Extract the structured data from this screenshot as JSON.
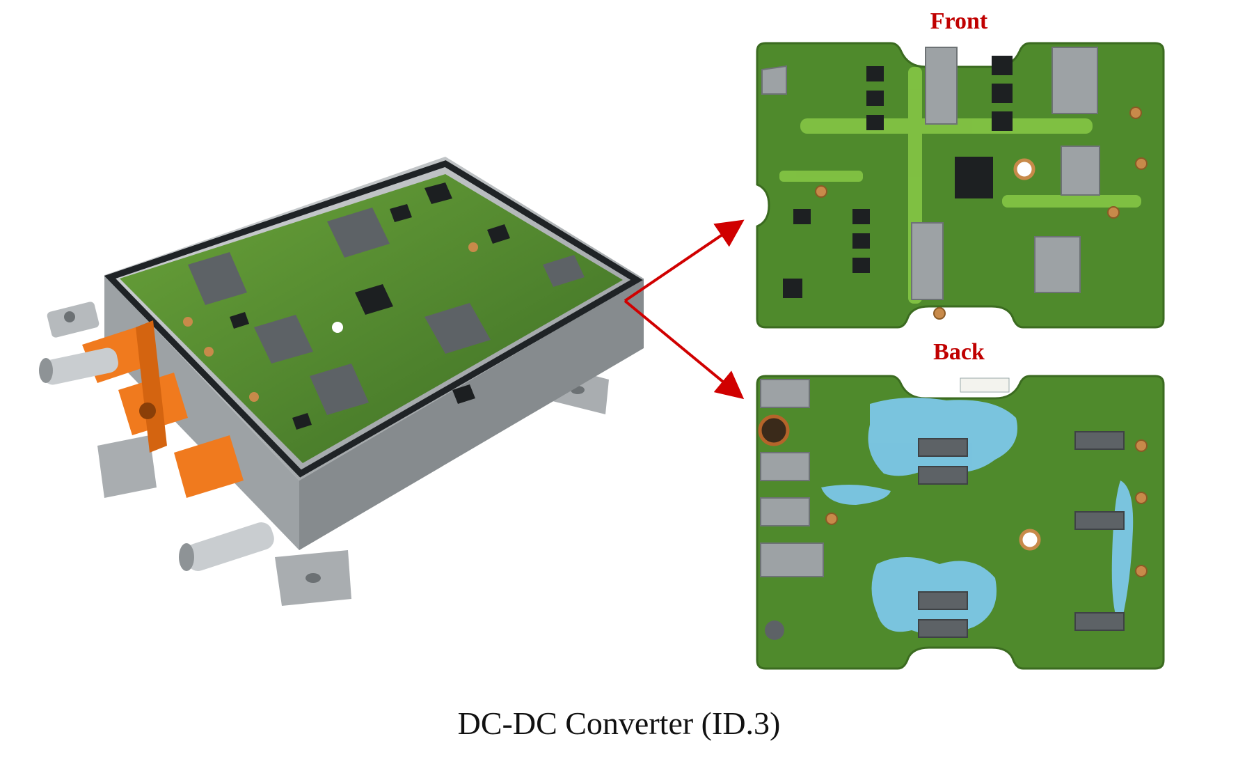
{
  "labels": {
    "front": "Front",
    "back": "Back"
  },
  "caption": "DC-DC Converter (ID.3)",
  "colors": {
    "label_red": "#c00000",
    "arrow_red": "#d00000",
    "pcb_green": "#4f8a2c",
    "housing_gray": "#b8bcbf",
    "connector_orange": "#f07a1e",
    "thermal_paste_blue": "#7cc7e8"
  }
}
